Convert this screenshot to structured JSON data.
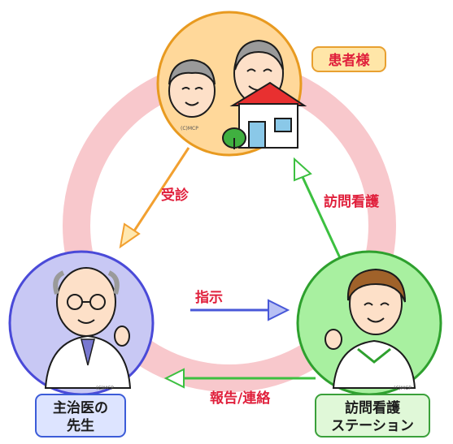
{
  "colors": {
    "ring": "#f8c8cc",
    "patient_circle": "#ffd89a",
    "patient_stroke": "#e89a20",
    "patient_label_bg": "#ffe6a8",
    "patient_label_border": "#e8a030",
    "doctor_circle": "#c8c8f4",
    "doctor_stroke": "#4a4ad8",
    "doctor_label_bg": "#dde4ff",
    "doctor_label_border": "#3c5cd8",
    "station_circle": "#a8f0a0",
    "station_stroke": "#2ea02e",
    "station_label_bg": "#e0f8d8",
    "station_label_border": "#3aa03a",
    "arrow_orange": "#f2a030",
    "arrow_green": "#3cc040",
    "arrow_blue": "#4858d8",
    "label_red": "#e0203c",
    "text_dark": "#1c1c1c"
  },
  "nodes": {
    "patient": {
      "label": "患者様",
      "credit": "(C)MCP",
      "icon": "elderly-couple-and-house-illustration"
    },
    "doctor": {
      "label_line1": "主治医の",
      "label_line2": "先生",
      "credit": "(C)MCP",
      "icon": "doctor-illustration"
    },
    "station": {
      "label_line1": "訪問看護",
      "label_line2": "ステーション",
      "credit": "(C)MCP",
      "icon": "nurse-illustration"
    }
  },
  "edges": {
    "consult": "受診",
    "visit_nursing": "訪問看護",
    "instruction": "指示",
    "report": "報告/連絡"
  }
}
